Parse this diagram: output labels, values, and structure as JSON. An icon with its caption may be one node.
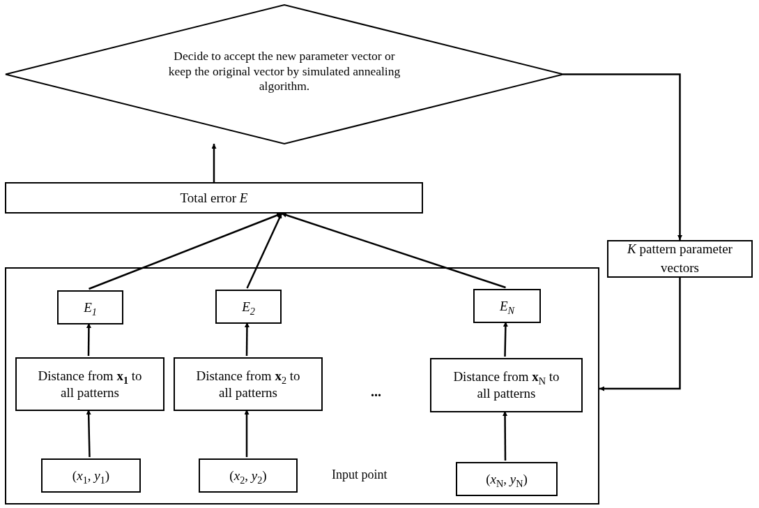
{
  "diagram": {
    "nodes": [
      {
        "text": [
          "Decide to accept the new parameter vector or keep the original vector by simulated annealing algorithm."
        ]
      },
      {
        "text": [
          "Total error *E*"
        ]
      },
      {
        "text": [
          "*K* pattern parameter vectors"
        ]
      },
      {
        "text": [],
        "shape": "box"
      },
      {
        "text": [
          "E$_{1}$"
        ],
        "in": 3
      },
      {
        "text": [
          "E$_{2}$"
        ],
        "in": 3
      },
      {
        "text": [
          "E$_{N}$"
        ],
        "in": 3
      },
      {
        "text": [
          "Distance from **x$_{1}$** to all patterns"
        ],
        "in": 3
      },
      {
        "text": [
          "Distance from **x**$_{2}$ to all patterns"
        ],
        "in": 3
      },
      {
        "text": [
          "Distance from **x**$_{N}$ to all patterns"
        ],
        "in": 3
      },
      {
        "text": [
          "(*x*$_{1}$, *y*$_{1}$)"
        ],
        "in": 3
      },
      {
        "text": [
          "(*x*$_{2}$, *y*$_{2}$)"
        ],
        "in": 3
      },
      {
        "text": [
          "(*x*$_{N}$, *y*$_{N}$)"
        ],
        "in": 3
      }
    ],
    "edges": [
      {
        "from": 1,
        "to": 0,
        "arrow": "to"
      },
      {
        "from": 0,
        "to": 2,
        "arrow": "to"
      },
      {
        "from": 2,
        "to": 3,
        "arrow": "to"
      },
      {
        "from": 4,
        "to": 1,
        "arrow": "to"
      },
      {
        "from": 5,
        "to": 1,
        "arrow": "to"
      },
      {
        "from": 6,
        "to": 1,
        "arrow": "to"
      },
      {
        "from": 7,
        "to": 4,
        "arrow": "to"
      },
      {
        "from": 8,
        "to": 5,
        "arrow": "to"
      },
      {
        "from": 9,
        "to": 6,
        "arrow": "to"
      },
      {
        "from": 10,
        "to": 7,
        "arrow": "to"
      },
      {
        "from": 11,
        "to": 8,
        "arrow": "to"
      },
      {
        "from": 12,
        "to": 9,
        "arrow": "to"
      }
    ],
    "labels": [
      "...",
      "Input point"
    ]
  }
}
